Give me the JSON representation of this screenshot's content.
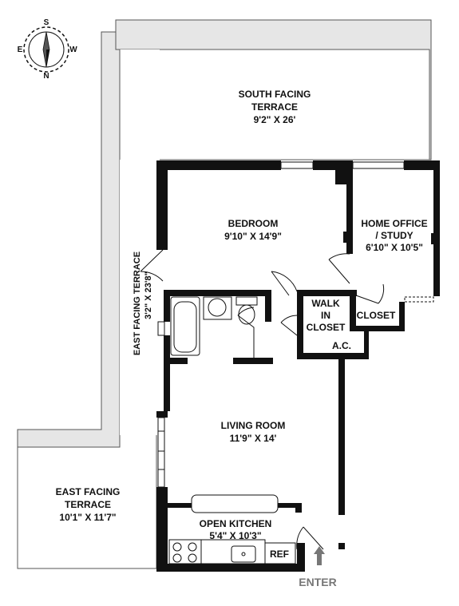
{
  "compass": {
    "north": "N",
    "south": "S",
    "east": "E",
    "west": "W"
  },
  "rooms": {
    "south_terrace": {
      "name_line1": "SOUTH FACING",
      "name_line2": "TERRACE",
      "dims": "9'2\" X 26'"
    },
    "east_terrace_side": {
      "name": "EAST FACING TERRACE",
      "dims": "3'2\" X 23'8\""
    },
    "east_terrace_corner": {
      "name_line1": "EAST FACING",
      "name_line2": "TERRACE",
      "dims": "10'1\" X 11'7\""
    },
    "bedroom": {
      "name": "BEDROOM",
      "dims": "9'10\" X 14'9\""
    },
    "home_office": {
      "name_line1": "HOME OFFICE",
      "name_line2": "/ STUDY",
      "dims": "6'10\" X 10'5\""
    },
    "walk_in_closet": {
      "line1": "WALK",
      "line2": "IN",
      "line3": "CLOSET"
    },
    "ac": "A.C.",
    "closet": "CLOSET",
    "living_room": {
      "name": "LIVING ROOM",
      "dims": "11'9\" X 14'"
    },
    "kitchen": {
      "name": "OPEN KITCHEN",
      "dims": "5'4\" X 10'3\""
    },
    "ref": "REF"
  },
  "enter_label": "ENTER",
  "colors": {
    "wall": "#111111",
    "terrace": "#e6e6e6",
    "terrace_edge": "#555555",
    "enter_arrow": "#777777"
  }
}
